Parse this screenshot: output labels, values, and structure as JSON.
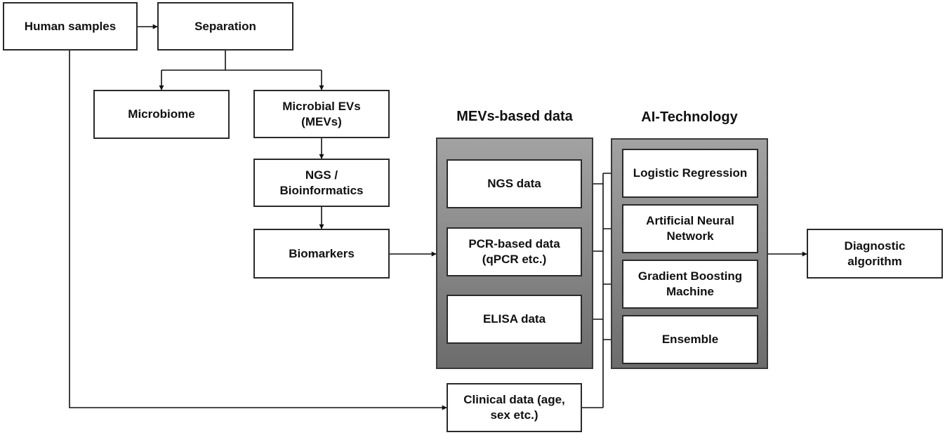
{
  "nodes": {
    "human_samples": [
      "Human samples"
    ],
    "separation": [
      "Separation"
    ],
    "microbiome": [
      "Microbiome"
    ],
    "microbial_evs": [
      "Microbial EVs",
      "(MEVs)"
    ],
    "ngs_bioinformatics": [
      "NGS /",
      "Bioinformatics"
    ],
    "biomarkers": [
      "Biomarkers"
    ],
    "ngs_data": [
      "NGS data"
    ],
    "pcr_data": [
      "PCR-based data",
      "(qPCR etc.)"
    ],
    "elisa_data": [
      "ELISA data"
    ],
    "clinical_data": [
      "Clinical data (age,",
      "sex etc.)"
    ],
    "logistic_regression": [
      "Logistic Regression"
    ],
    "ann": [
      "Artificial Neural",
      "Network"
    ],
    "gbm": [
      "Gradient Boosting",
      "Machine"
    ],
    "ensemble": [
      "Ensemble"
    ],
    "diagnostic": [
      "Diagnostic",
      "algorithm"
    ]
  },
  "groups": {
    "mevs_heading": "MEVs-based data",
    "ai_heading": "AI-Technology"
  },
  "colors": {
    "line": "#111111",
    "panel_top": "#a2a2a2",
    "panel_bottom": "#6c6c6c"
  }
}
